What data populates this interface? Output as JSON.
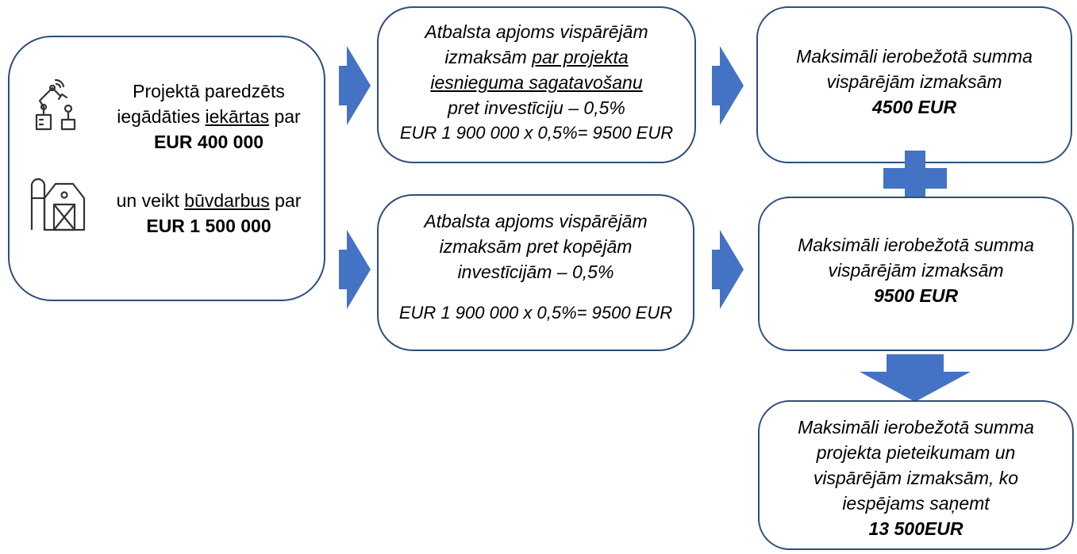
{
  "input_box": {
    "equipment_line1": "Projektā paredzēts",
    "equipment_line2_pre": "iegādāties ",
    "equipment_line2_underlined": "iekārtas",
    "equipment_line2_post": " par",
    "equipment_amount": "EUR 400 000",
    "construction_line1_pre": "un veikt ",
    "construction_line1_underlined": "būvdarbus",
    "construction_line1_post": " par",
    "construction_amount": "EUR 1 500 000",
    "icons": [
      "robot-arm-icon",
      "farm-barn-icon"
    ]
  },
  "top_mid_box": {
    "line1": "Atbalsta apjoms vispārējām",
    "line2_pre": "izmaksām ",
    "line2_underlined": "par projekta",
    "line3_underlined": "iesnieguma sagatavošanu",
    "line4": "pret investīciju – 0,5%",
    "line5": "EUR 1 900 000 x 0,5%= 9500 EUR"
  },
  "bottom_mid_box": {
    "line1": "Atbalsta apjoms vispārējām",
    "line2": "izmaksām pret kopējām",
    "line3": "investīcijām – 0,5%",
    "line4": "EUR 1 900 000 x 0,5%= 9500 EUR"
  },
  "top_right_box": {
    "line1": "Maksimāli ierobežotā summa",
    "line2": "vispārējām izmaksām",
    "amount": "4500 EUR"
  },
  "mid_right_box": {
    "line1": "Maksimāli ierobežotā summa",
    "line2": "vispārējām izmaksām",
    "amount": "9500 EUR"
  },
  "result_box": {
    "line1": "Maksimāli ierobežotā summa",
    "line2": "projekta pieteikumam un",
    "line3": "vispārējām izmaksām, ko",
    "line4": "iespējams saņemt",
    "amount": "13 500EUR"
  },
  "colors": {
    "arrow_fill": "#4472c4",
    "box_border": "#2f4d7d"
  }
}
